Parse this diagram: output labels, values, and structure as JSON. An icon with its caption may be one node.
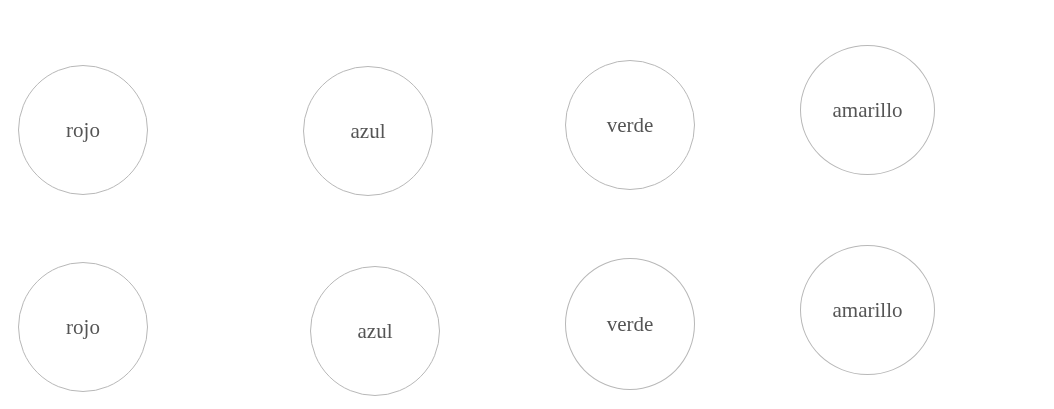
{
  "diagram": {
    "nodes": [
      {
        "text": [
          "rojo"
        ]
      },
      {
        "text": [
          "azul"
        ]
      },
      {
        "text": [
          "verde"
        ]
      },
      {
        "text": [
          "amarillo"
        ]
      },
      {
        "text": [
          "rojo"
        ]
      },
      {
        "text": [
          "azul"
        ]
      },
      {
        "text": [
          "verde"
        ]
      },
      {
        "text": [
          "amarillo"
        ]
      }
    ]
  }
}
